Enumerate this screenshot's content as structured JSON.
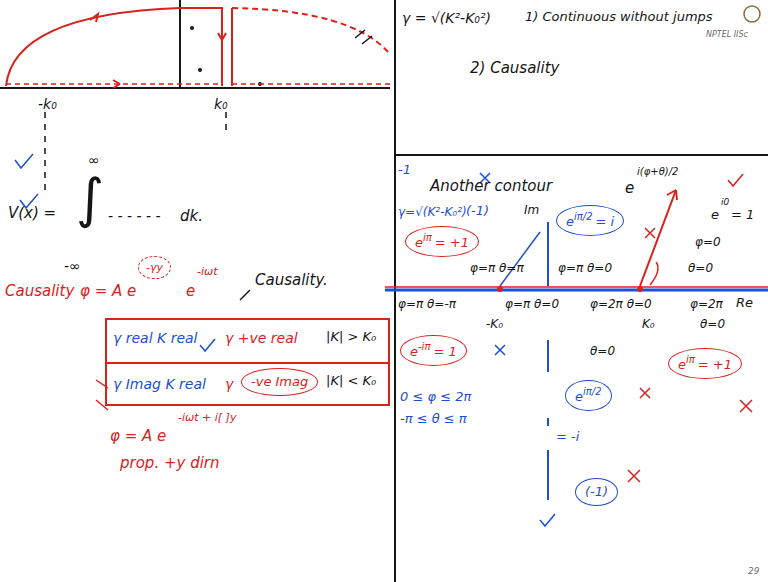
{
  "diagram": {
    "nodes": [
      {
        "text": [
          "γ real K real",
          "γ +ve real",
          "γ Imag K real",
          "γ"
        ]
      },
      {
        "text": [
          "-ve Imag"
        ],
        "in": 0
      },
      {
        "text": [
          "-γy"
        ]
      },
      {
        "text": [
          "e",
          "iπ",
          "= +1"
        ]
      },
      {
        "text": [
          "e",
          "iπ/2",
          "= i"
        ]
      },
      {
        "text": [
          "e",
          "-iπ",
          "= 1"
        ]
      },
      {
        "text": [
          "e",
          "iπ/2"
        ]
      },
      {
        "text": [
          "e",
          "iπ",
          "= +1"
        ]
      },
      {
        "text": [
          "(-1)"
        ]
      }
    ],
    "labels": [
      "-k₀",
      "k₀",
      "V(x) =",
      "∞",
      "∫",
      "-∞",
      "- - - - - -",
      "dk.",
      "Causality",
      "φ = A e",
      "e",
      "-iωt",
      "Causality.",
      "|K| > K₀",
      "|K| < K₀",
      "φ = A e",
      "-iωt + i[ ]y",
      "prop. +y dirn",
      "γ = √(K²-K₀²)",
      "1) Continuous without jumps",
      "2) Causality",
      "NPTEL IISc",
      "Another contour",
      "e",
      "i(φ+θ)/2",
      "-1",
      "γ=√(K²-K₀²)",
      "(-1)",
      "Im",
      "φ=0",
      "θ=0",
      "e",
      "i0",
      "= 1",
      "φ=π θ=π",
      "φ=π θ=0",
      "Re",
      "φ=π θ=-π",
      "-K₀",
      "φ=π θ=0",
      "φ=2π θ=0",
      "K₀",
      "φ=2π",
      "θ=0",
      "θ=0",
      "0 ≤ φ ≤ 2π",
      "-π ≤ θ ≤ π",
      "= -i",
      "29"
    ]
  }
}
